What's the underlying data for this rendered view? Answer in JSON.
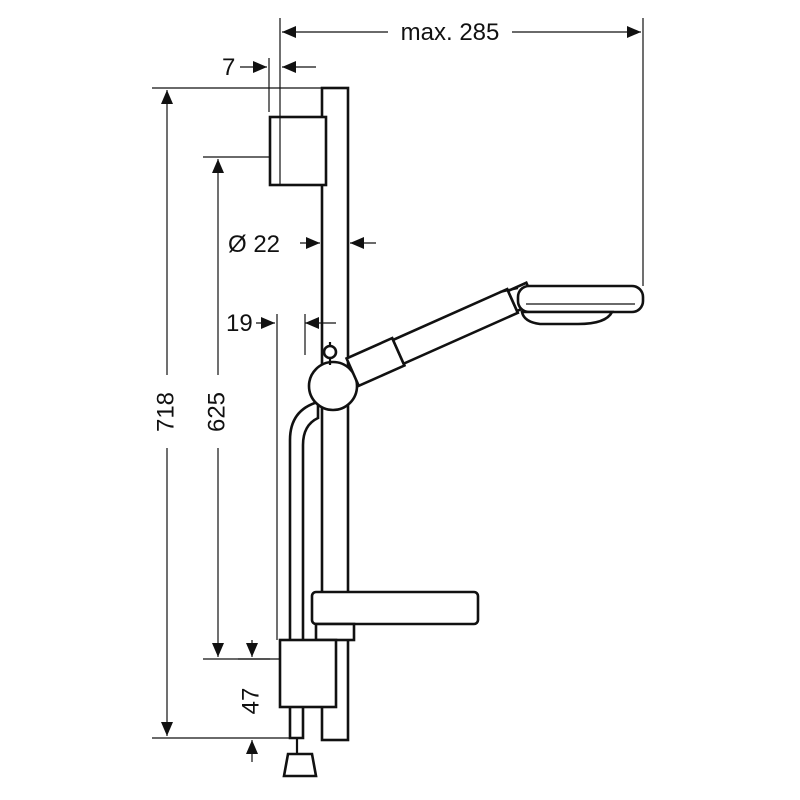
{
  "dimensions": {
    "max_width": "max. 285",
    "wall_offset": "7",
    "rod_diameter": "Ø 22",
    "rod_offset": "19",
    "total_height": "718",
    "bracket_spacing": "625",
    "bottom_height": "47"
  },
  "colors": {
    "ink": "#111111",
    "background": "#ffffff"
  }
}
